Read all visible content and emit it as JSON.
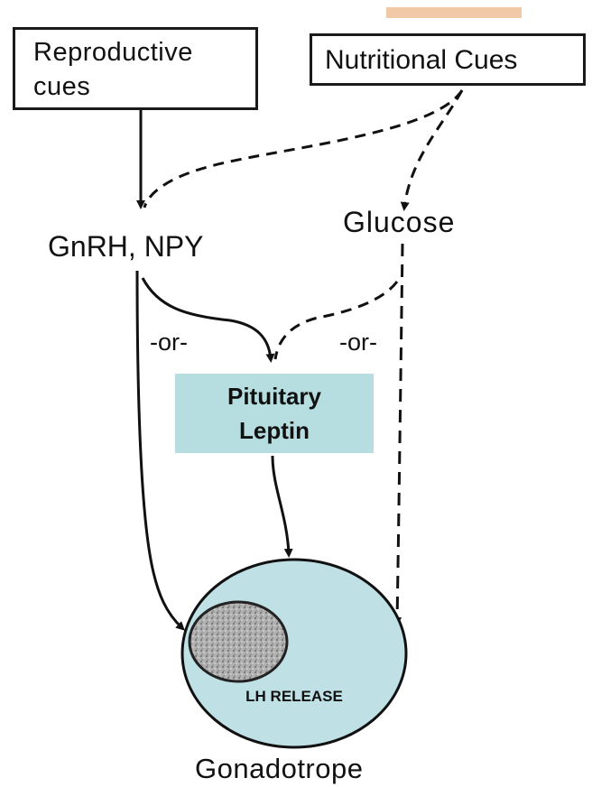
{
  "nodes": {
    "reproductive_cues": "Reproductive cues",
    "nutritional_cues": "Nutritional Cues",
    "gnrh_npy": "GnRH, NPY",
    "glucose": "Glucose",
    "pituitary_leptin_line1": "Pituitary",
    "pituitary_leptin_line2": "Leptin",
    "lh_release": "LH RELEASE",
    "gonadotrope": "Gonadotrope"
  },
  "connectors": {
    "or_left": "-or-",
    "or_right": "-or-"
  },
  "colors": {
    "cell_fill": "#bfe0e4",
    "pituitary_fill": "#b6dde0",
    "nucleus_fill": "#a8a8a8",
    "accent_bar": "#f2c9a6",
    "line": "#111111"
  }
}
